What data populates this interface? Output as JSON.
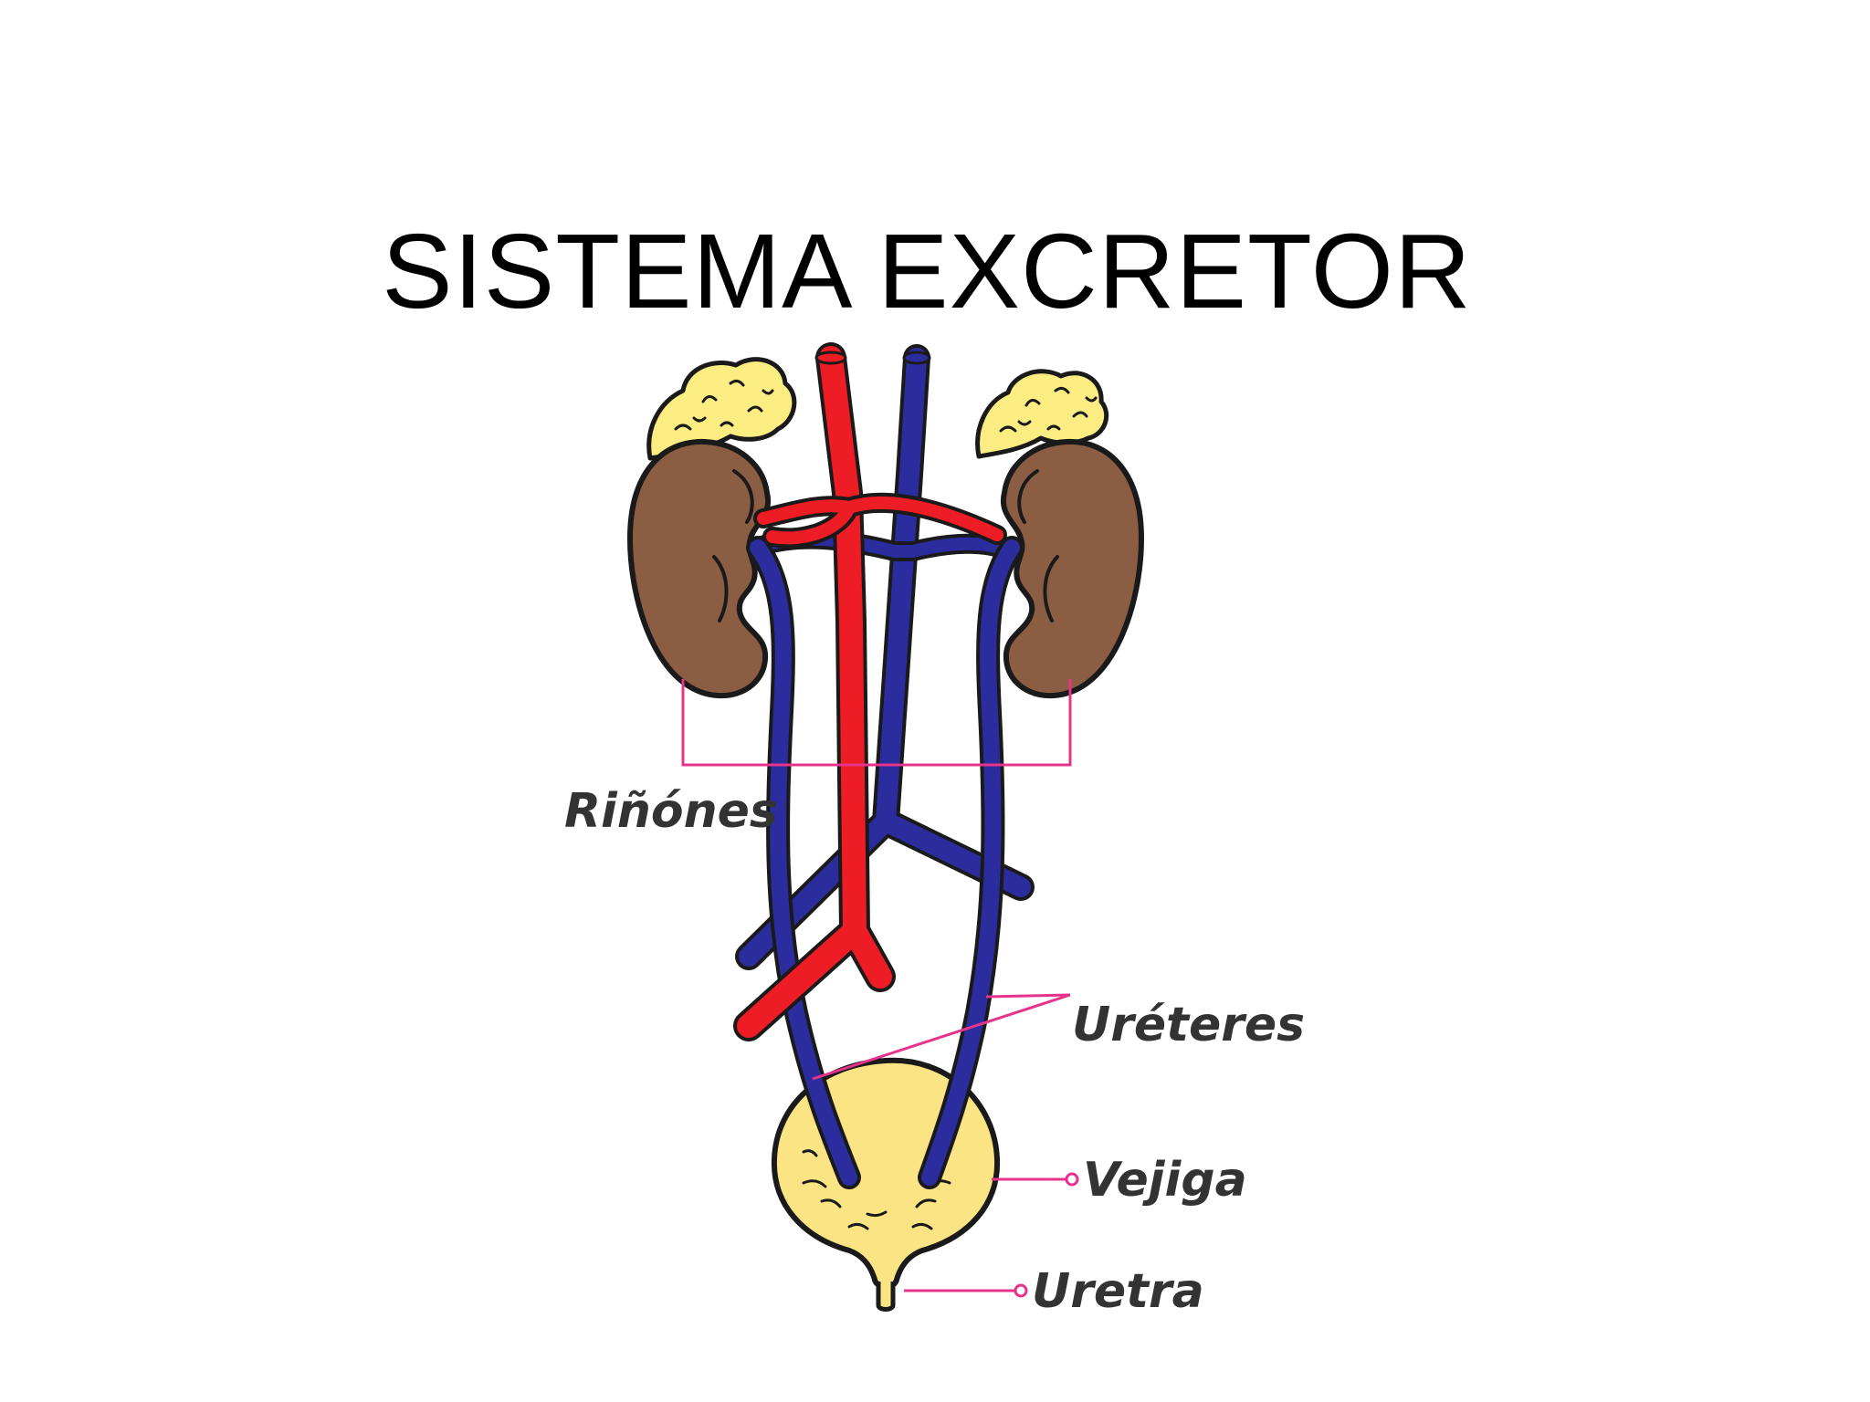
{
  "slide": {
    "title": "SISTEMA EXCRETOR"
  },
  "diagram": {
    "labels": {
      "kidneys": "Riñónes",
      "ureters": "Uréteres",
      "bladder": "Vejiga",
      "urethra": "Uretra"
    },
    "colors": {
      "artery": "#ee1c24",
      "vein": "#2b2d9e",
      "kidney": "#8b5e44",
      "adrenal": "#fbed82",
      "bladder": "#fbe483",
      "leader_line": "#e6338c",
      "outline": "#1a1a1a"
    }
  }
}
